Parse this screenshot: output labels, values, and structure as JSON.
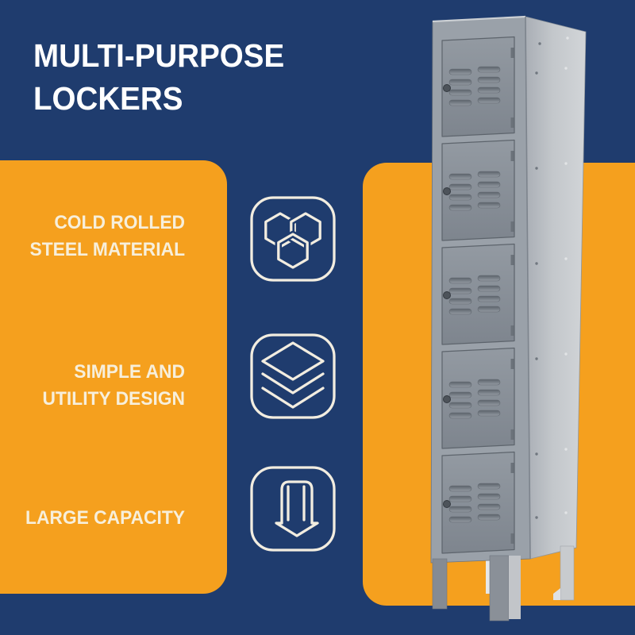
{
  "header": {
    "title_line1": "MULTI-PURPOSE",
    "title_line2": "LOCKERS"
  },
  "features": [
    {
      "line1": "COLD ROLLED",
      "line2": "STEEL MATERIAL",
      "icon": "hexagon-structure-icon"
    },
    {
      "line1": "SIMPLE AND",
      "line2": "UTILITY DESIGN",
      "icon": "stacked-layers-icon"
    },
    {
      "line1": "LARGE CAPACITY",
      "line2": "",
      "icon": "capacity-arrow-icon"
    }
  ],
  "product": {
    "alt": "Gray five-door vented metal locker standing on four legs",
    "door_count": 5
  },
  "colors": {
    "background_navy": "#1f3c6e",
    "panel_orange": "#f5a01e",
    "title_white": "#ffffff",
    "feature_cream": "#f7efdb",
    "locker_gray": "#8a9098"
  }
}
